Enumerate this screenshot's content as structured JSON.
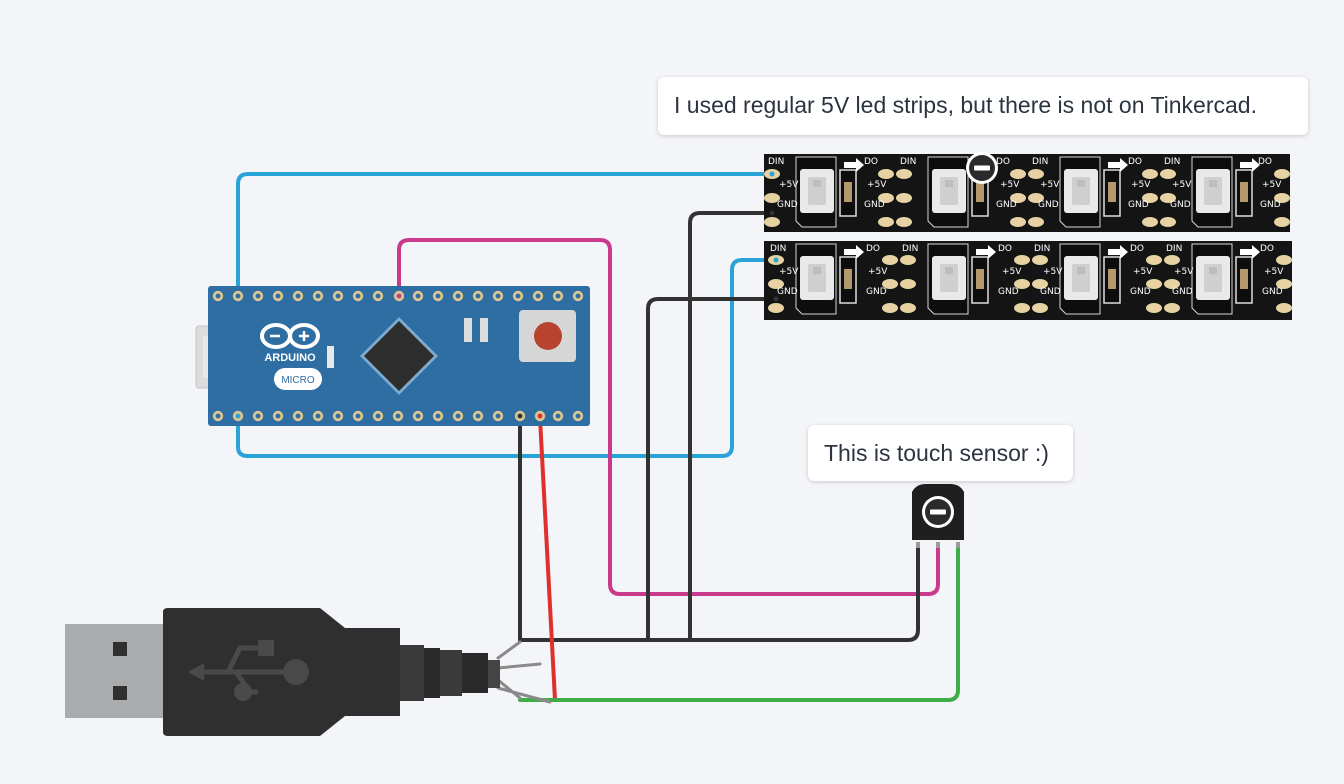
{
  "notes": {
    "strip_note": "I used regular 5V led strips, but there is not on Tinkercad.",
    "sensor_note": "This is touch sensor :)"
  },
  "arduino": {
    "brand": "ARDUINO",
    "model": "MICRO"
  },
  "led_strip": {
    "pin_din": "DIN",
    "pin_do": "DO",
    "pin_5v": "+5V",
    "pin_gnd": "GND"
  },
  "colors": {
    "board": "#2f6ea3",
    "strip": "#141414",
    "wire_blue": "#2aa3d8",
    "wire_magenta": "#c93a8c",
    "wire_black": "#333333",
    "wire_red": "#e0302c",
    "wire_green": "#3fae49",
    "usb_body": "#2f2f2f",
    "usb_plug": "#a9abad"
  },
  "icons": [
    "arduino-infinity-logo",
    "usb-trident-icon",
    "minus-badge-icon"
  ]
}
